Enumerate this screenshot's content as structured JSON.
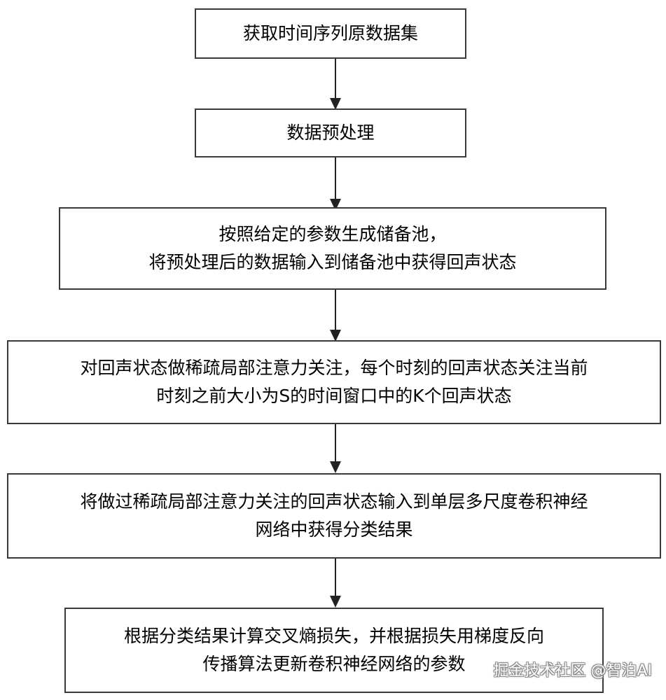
{
  "flowchart": {
    "steps": [
      {
        "lines": [
          "获取时间序列原数据集"
        ]
      },
      {
        "lines": [
          "数据预处理"
        ]
      },
      {
        "lines": [
          "按照给定的参数生成储备池，",
          "将预处理后的数据输入到储备池中获得回声状态"
        ]
      },
      {
        "lines": [
          "对回声状态做稀疏局部注意力关注，每个时刻的回声状态关注当前",
          "时刻之前大小为S的时间窗口中的K个回声状态"
        ]
      },
      {
        "lines": [
          "将做过稀疏局部注意力关注的回声状态输入到单层多尺度卷积神经",
          "网络中获得分类结果"
        ]
      },
      {
        "lines": [
          "根据分类结果计算交叉熵损失，并根据损失用梯度反向",
          "传播算法更新卷积神经网络的参数"
        ]
      }
    ]
  },
  "watermark": {
    "text": "掘金技术社区 @智泊AI"
  }
}
